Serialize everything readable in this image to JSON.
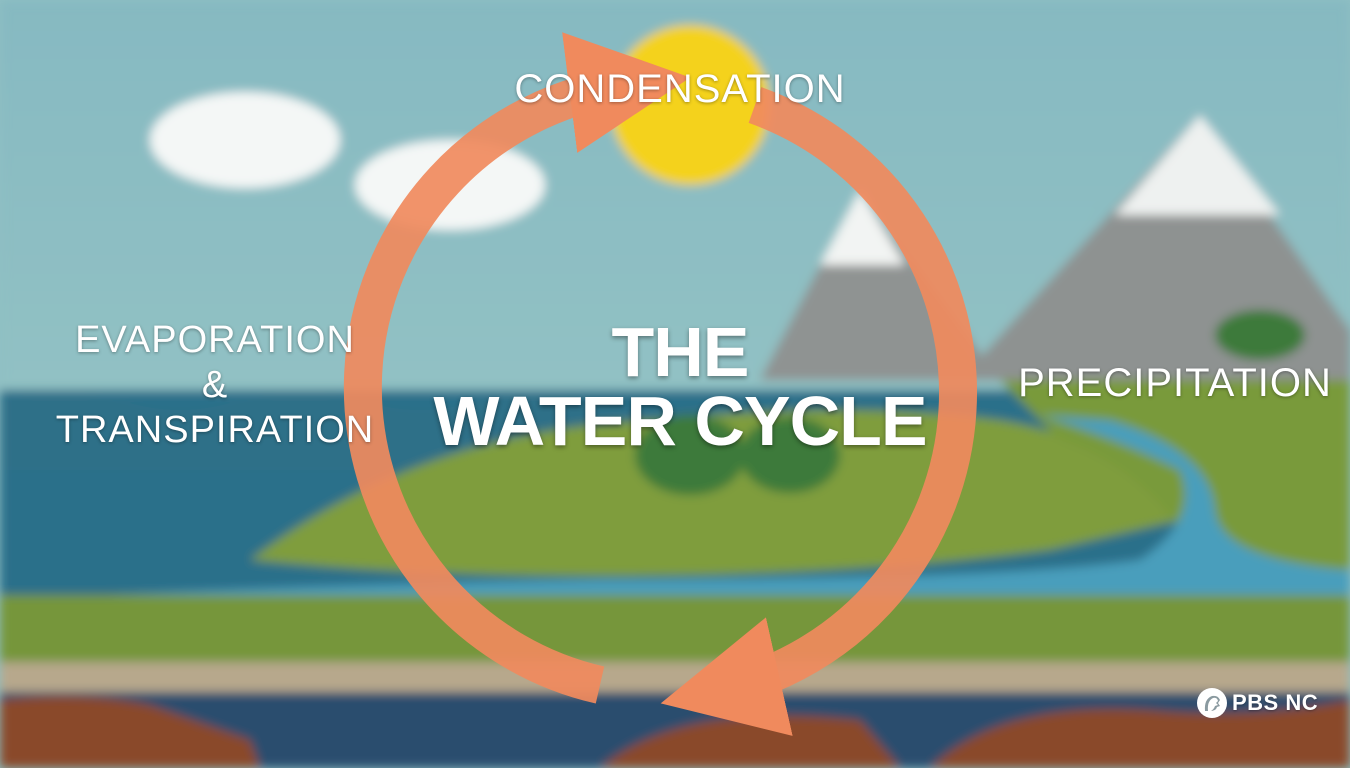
{
  "diagram": {
    "title_line1": "THE",
    "title_line2": "WATER CYCLE",
    "stages": {
      "top": "CONDENSATION",
      "right": "PRECIPITATION",
      "left_line1": "EVAPORATION",
      "left_line2": "&",
      "left_line3": "TRANSPIRATION"
    },
    "arrow_color": "#f08a5d"
  },
  "branding": {
    "logo_text": "PBS NC"
  },
  "colors": {
    "sky": "#8fc0c4",
    "sun": "#f4d21f",
    "water": "#2a6f8a",
    "grass": "#7f9d3e",
    "soil": "#8a4a2a"
  }
}
